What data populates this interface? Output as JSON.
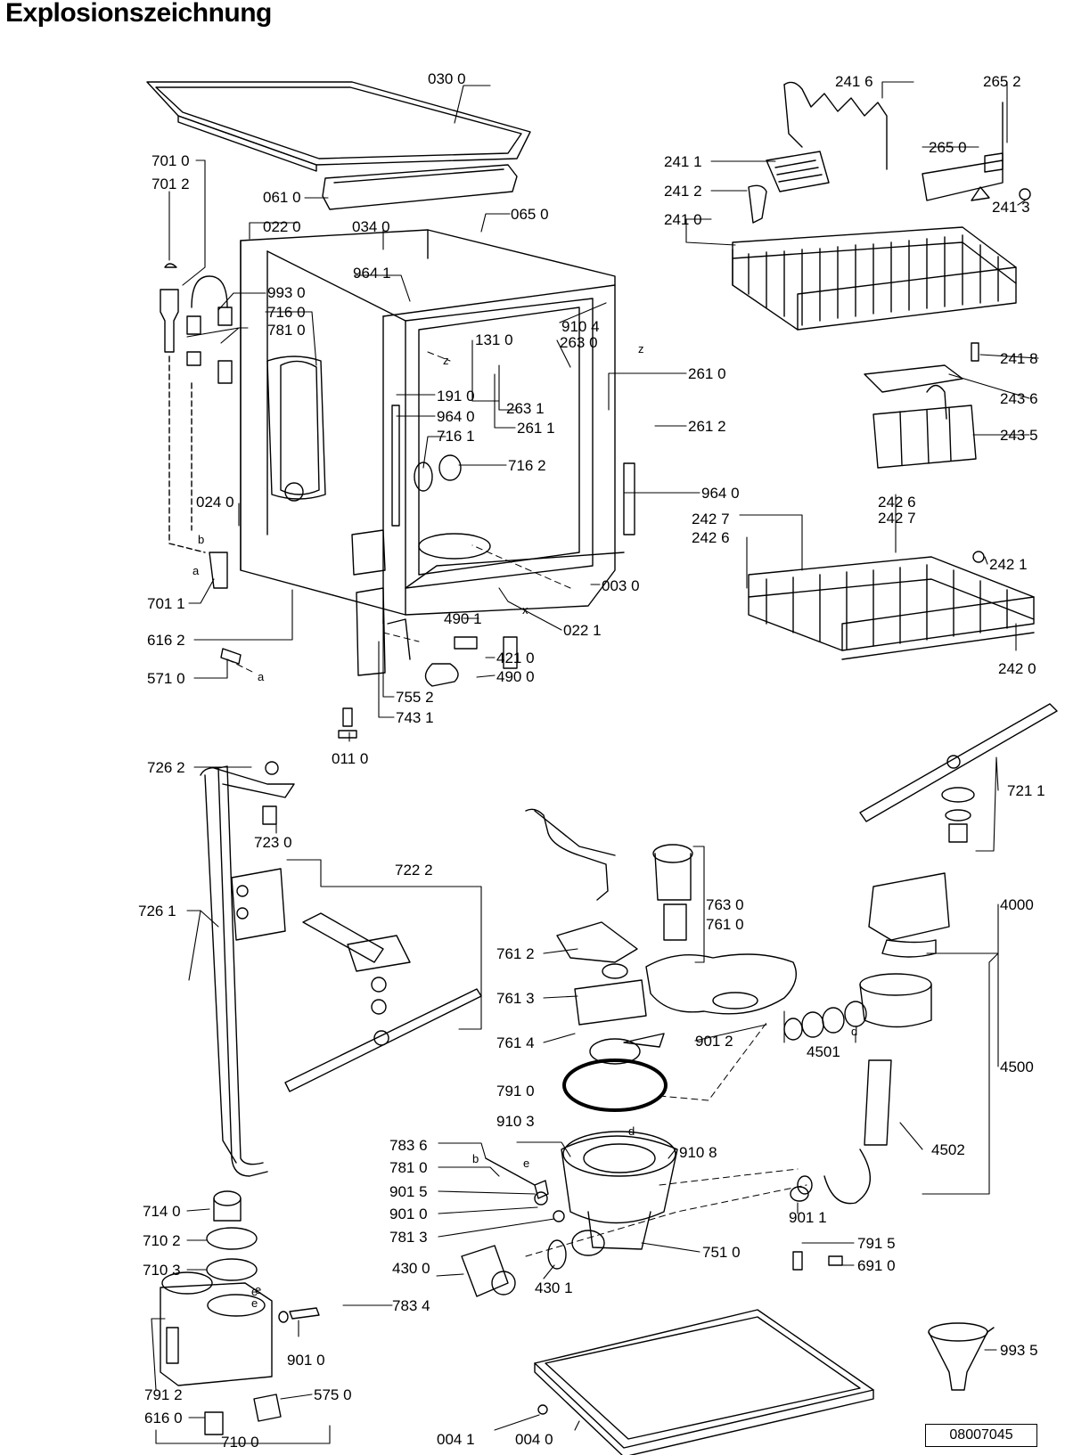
{
  "title": "Explosionszeichnung",
  "document_number": "08007045",
  "part_labels": [
    "030 0",
    "701 0",
    "701 2",
    "061 0",
    "022 0",
    "034 0",
    "065 0",
    "964 1",
    "993 0",
    "716 0",
    "781 0",
    "131 0",
    "910 4",
    "263 0",
    "191 0",
    "964 0",
    "263 1",
    "261 1",
    "261 0",
    "261 2",
    "716 1",
    "716 2",
    "964 0",
    "024 0",
    "701 1",
    "003 0",
    "490 1",
    "022 1",
    "616 2",
    "421 0",
    "490 0",
    "571 0",
    "755 2",
    "743 1",
    "011 0",
    "241 6",
    "265 2",
    "265 0",
    "241 1",
    "241 2",
    "241 0",
    "241 3",
    "241 8",
    "243 6",
    "243 5",
    "242 6",
    "242 7",
    "242 7",
    "242 6",
    "242 1",
    "242 0",
    "726 2",
    "723 0",
    "722 2",
    "726 1",
    "721 1",
    "763 0",
    "761 0",
    "4000",
    "761 2",
    "761 3",
    "761 4",
    "901 2",
    "4501",
    "4500",
    "791 0",
    "910 3",
    "783 6",
    "910 8",
    "781 0",
    "901 5",
    "901 0",
    "781 3",
    "4502",
    "430 0",
    "430 1",
    "751 0",
    "901 1",
    "791 5",
    "691 0",
    "714 0",
    "710 2",
    "710 3",
    "783 4",
    "901 0",
    "791 2",
    "616 0",
    "575 0",
    "710 0",
    "993 5",
    "004 1",
    "004 0"
  ],
  "connector_letters": [
    "b",
    "a",
    "a",
    "z",
    "z",
    "x",
    "e",
    "e",
    "d",
    "d",
    "b",
    "e",
    "e"
  ]
}
